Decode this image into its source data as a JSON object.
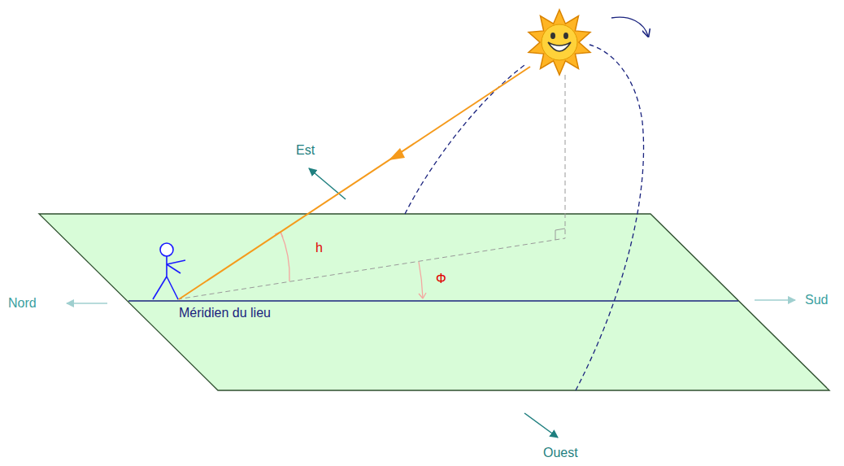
{
  "diagram": {
    "labels": [
      "Est",
      "h",
      "Φ",
      "Nord",
      "Sud",
      "Méridien du lieu",
      "Ouest"
    ]
  }
}
